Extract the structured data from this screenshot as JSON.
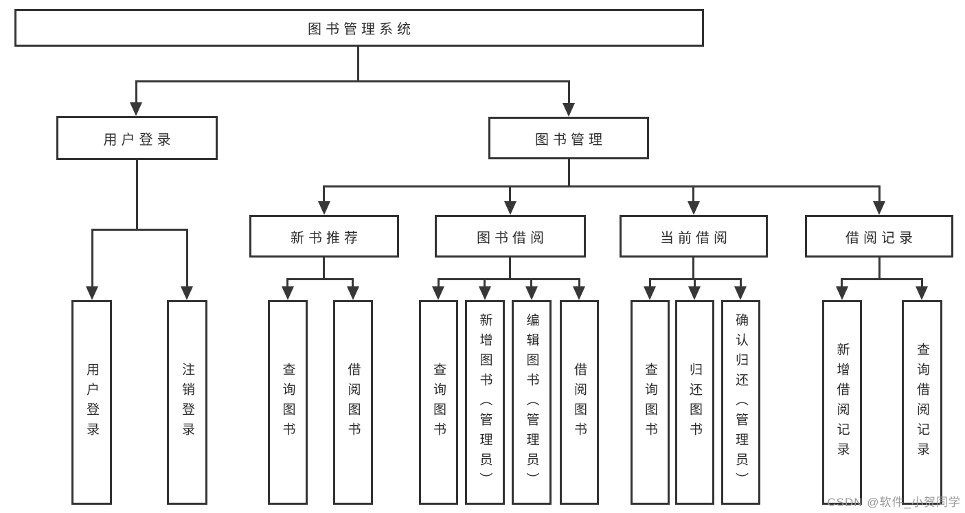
{
  "tree": {
    "root": "图书管理系统",
    "login": {
      "label": "用户登录",
      "children": [
        "用户登录",
        "注销登录"
      ]
    },
    "mgmt": {
      "label": "图书管理",
      "newbook": {
        "label": "新书推荐",
        "children": [
          "查询图书",
          "借阅图书"
        ]
      },
      "borrow": {
        "label": "图书借阅",
        "children": [
          "查询图书",
          "新增图书（管理员）",
          "编辑图书（管理员）",
          "借阅图书"
        ]
      },
      "current": {
        "label": "当前借阅",
        "children": [
          "查询图书",
          "归还图书",
          "确认归还（管理员）"
        ]
      },
      "records": {
        "label": "借阅记录",
        "children": [
          "新增借阅记录",
          "查询借阅记录"
        ]
      }
    }
  },
  "watermark": "CSDN @软件_小贺同学",
  "colors": {
    "line": "#373737",
    "border": "#333333",
    "text": "#2d2d2d",
    "background": "#ffffff",
    "watermark": "#9b9b9b"
  }
}
